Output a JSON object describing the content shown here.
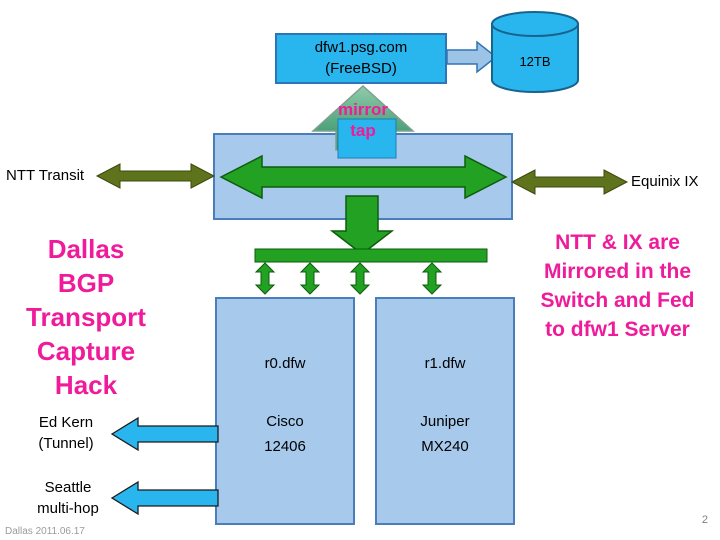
{
  "slide": {
    "footer": {
      "left": "Dallas 2011.06.17",
      "page": "2"
    }
  },
  "server_box": {
    "line1": "dfw1.psg.com",
    "line2": "(FreeBSD)"
  },
  "storage": {
    "label": "12TB"
  },
  "mirror_tap": {
    "line1": "mirror",
    "line2": "tap"
  },
  "links": {
    "left": "NTT Transit",
    "right": "Equinix IX"
  },
  "title": {
    "lines": [
      "Dallas",
      "BGP",
      "Transport",
      "Capture",
      "Hack"
    ]
  },
  "note": {
    "lines": [
      "NTT & IX are",
      "Mirrored in the",
      "Switch and Fed",
      "to dfw1 Server"
    ]
  },
  "routers": [
    {
      "name": "r0.dfw",
      "vendor": "Cisco",
      "model": "12406"
    },
    {
      "name": "r1.dfw",
      "vendor": "Juniper",
      "model": "MX240"
    }
  ],
  "tunnels": [
    {
      "line1": "Ed Kern",
      "line2": "(Tunnel)"
    },
    {
      "line1": "Seattle",
      "line2": "multi-hop"
    }
  ],
  "colors": {
    "cyan": "#29b6ee",
    "panel_blue": "#a6c9ec",
    "panel_border": "#4a7ebb",
    "green": "#22a122",
    "olive": "#5e731c",
    "magenta": "#ef1b9b",
    "connector_blue": "#9dc3e6"
  }
}
